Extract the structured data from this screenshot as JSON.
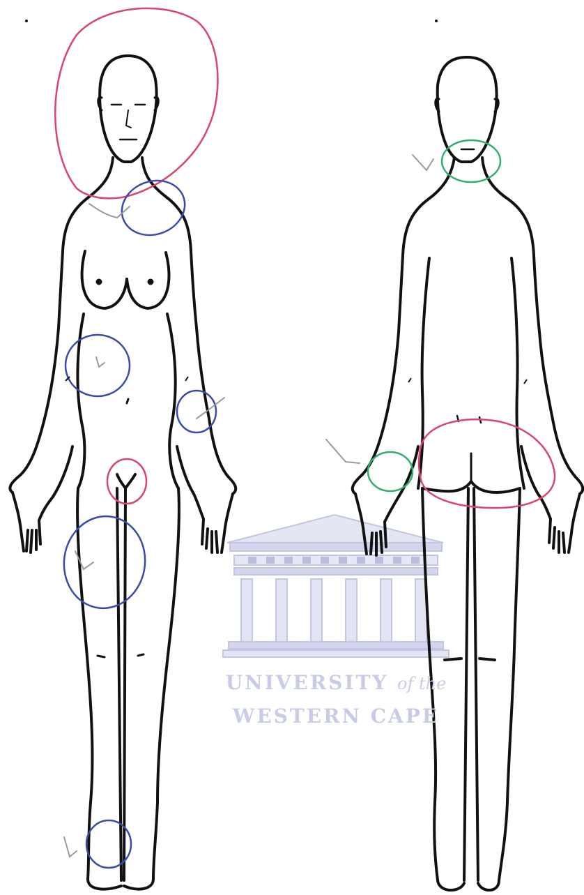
{
  "watermark": {
    "line1_main": "UNIVERSITY",
    "line1_italic": "of the",
    "line2": "WESTERN CAPE"
  },
  "figures": [
    {
      "name": "front view"
    },
    {
      "name": "back view"
    }
  ],
  "colors": {
    "outline": "#111111",
    "red": "#d9456b",
    "blue": "#3a4aa8",
    "green": "#2fae6f",
    "tick": "#9a9a9a",
    "watermark": "#c9cce6"
  },
  "marked_regions": [
    {
      "figure": "front view",
      "region": "head and face",
      "color": "red"
    },
    {
      "figure": "front view",
      "region": "left shoulder / neck",
      "color": "blue"
    },
    {
      "figure": "front view",
      "region": "right flank / abdomen",
      "color": "blue"
    },
    {
      "figure": "front view",
      "region": "left forearm",
      "color": "blue"
    },
    {
      "figure": "front view",
      "region": "genital area",
      "color": "red"
    },
    {
      "figure": "front view",
      "region": "right thigh",
      "color": "blue"
    },
    {
      "figure": "front view",
      "region": "right ankle",
      "color": "blue"
    },
    {
      "figure": "back view",
      "region": "back of neck",
      "color": "green"
    },
    {
      "figure": "back view",
      "region": "left wrist",
      "color": "green"
    },
    {
      "figure": "back view",
      "region": "buttocks",
      "color": "red"
    }
  ]
}
